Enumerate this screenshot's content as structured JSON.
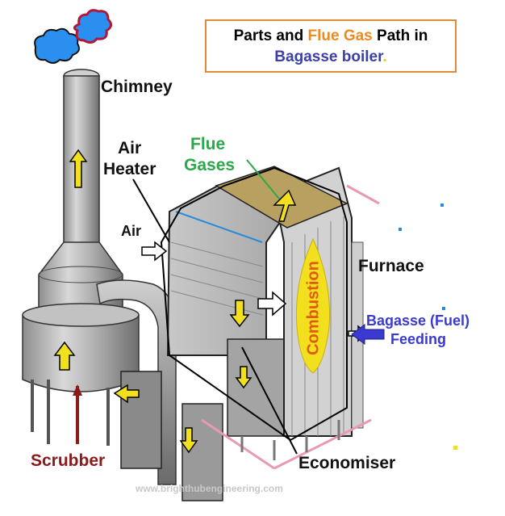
{
  "title": {
    "part1": "Parts and ",
    "part2": "Flue Gas",
    "part3": " Path in",
    "part4": "Bagasse boiler",
    "part5": "."
  },
  "labels": {
    "chimney": "Chimney",
    "air_heater_1": "Air",
    "air_heater_2": "Heater",
    "air": "Air",
    "flue_gases_1": "Flue",
    "flue_gases_2": "Gases",
    "furnace": "Furnace",
    "combustion": "Combustion",
    "bagasse_feeding_1": "Bagasse (Fuel)",
    "bagasse_feeding_2": "Feeding",
    "scrubber": "Scrubber",
    "economiser": "Economiser",
    "watermark": "www.brighthubengineering.com"
  },
  "colors": {
    "title_border": "#e08a3a",
    "flue_gas_orange": "#f08a1e",
    "boiler_blue": "#3b3fa8",
    "flue_green": "#2aa84a",
    "scrubber_red": "#8b1a1a",
    "combustion_yellow": "#f2e01e",
    "arrow_yellow": "#f2e01e",
    "fuel_arrow_blue": "#3a3ad0",
    "smoke_blue": "#2a90f0",
    "smoke_outline": "#b0183a"
  },
  "icons": [
    "smoke-puff-icon",
    "up-arrow-icon",
    "down-arrow-icon",
    "right-arrow-icon",
    "left-arrow-icon",
    "flame-icon"
  ]
}
